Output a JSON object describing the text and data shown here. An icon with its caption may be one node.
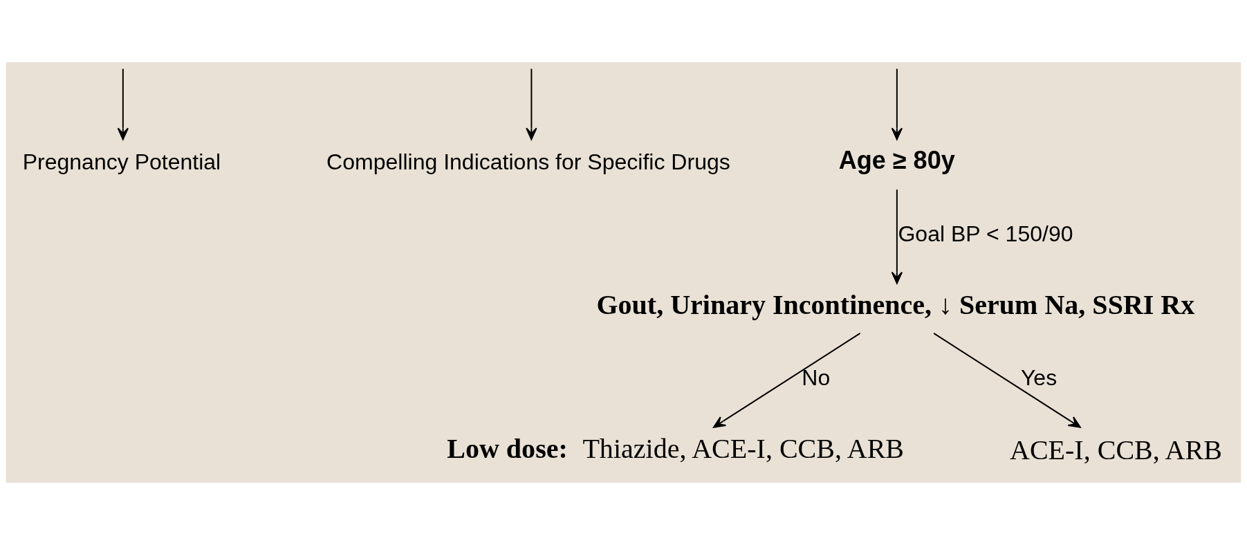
{
  "diagram": {
    "nodes": [
      {
        "text": [
          "Pregnancy Potential"
        ]
      },
      {
        "text": [
          "Compelling Indications for Specific Drugs"
        ]
      },
      {
        "text": [
          "Age ≥ 80y"
        ]
      },
      {
        "text": [
          "Gout, Urinary Incontinence, ↓ Serum Na, SSRI Rx"
        ]
      },
      {
        "text": [
          "Low dose:",
          "Thiazide, ACE-I, CCB, ARB"
        ]
      },
      {
        "text": [
          "ACE-I, CCB, ARB"
        ]
      }
    ],
    "edges": [
      {
        "from": null,
        "to": 0,
        "arrow": "to"
      },
      {
        "from": null,
        "to": 1,
        "arrow": "to"
      },
      {
        "from": null,
        "to": 2,
        "arrow": "to"
      },
      {
        "from": 2,
        "to": 3,
        "arrow": "to",
        "label": "Goal BP < 150/90"
      },
      {
        "from": 3,
        "to": 4,
        "arrow": "to",
        "label": "No"
      },
      {
        "from": 3,
        "to": 5,
        "arrow": "to",
        "label": "Yes"
      }
    ]
  }
}
